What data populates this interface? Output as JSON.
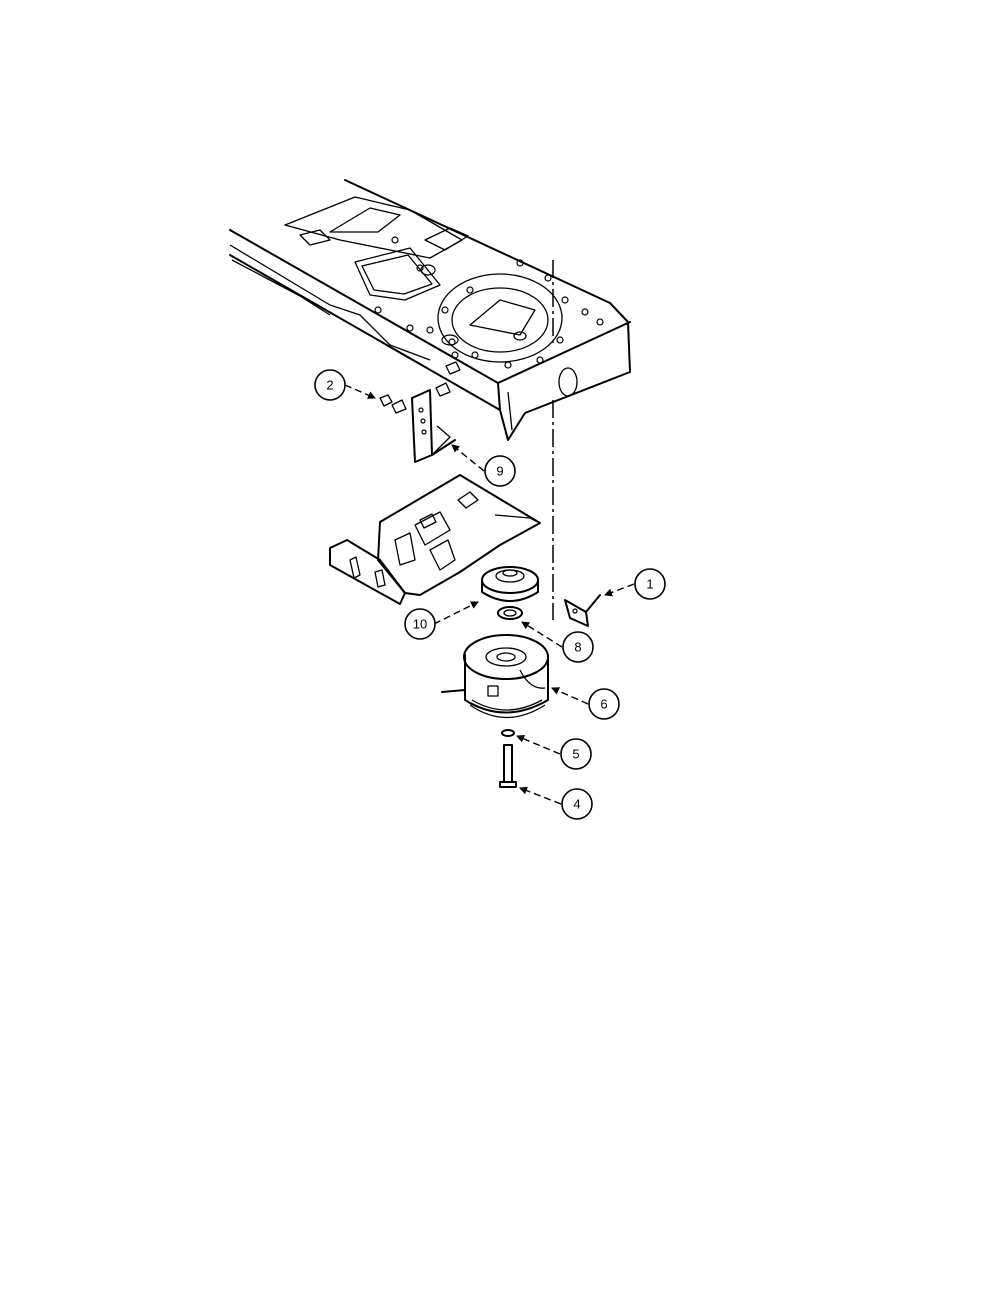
{
  "callouts": [
    {
      "id": "1",
      "label": "1"
    },
    {
      "id": "2",
      "label": "2"
    },
    {
      "id": "9",
      "label": "9"
    },
    {
      "id": "10",
      "label": "10"
    },
    {
      "id": "8",
      "label": "8"
    },
    {
      "id": "6",
      "label": "6"
    },
    {
      "id": "5",
      "label": "5"
    },
    {
      "id": "4",
      "label": "4"
    }
  ]
}
